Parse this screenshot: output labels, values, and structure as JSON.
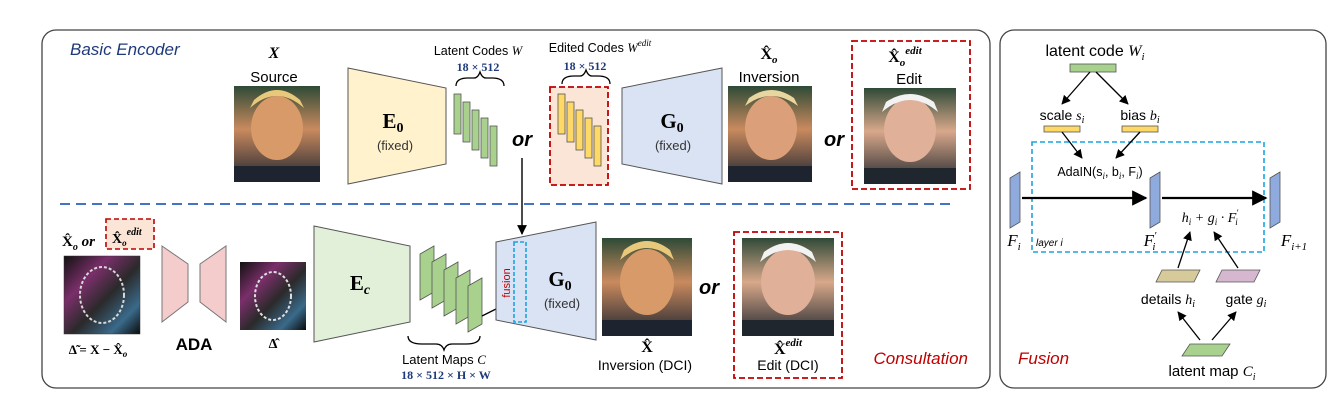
{
  "main_panel": {
    "basic_encoder": {
      "title": "Basic Encoder",
      "source_symbol": "X",
      "source_label": "Source",
      "encoder_name": "E",
      "encoder_sub": "0",
      "encoder_note": "(fixed)",
      "latent_codes_label": "Latent Codes",
      "latent_codes_symbol": "W",
      "latent_codes_dim": "18 × 512",
      "edited_codes_label": "Edited Codes",
      "edited_codes_symbol": "W",
      "edited_codes_sup": "edit",
      "edited_codes_dim": "18 × 512",
      "or_1": "or",
      "or_2": "or",
      "generator_name": "G",
      "generator_sub": "0",
      "generator_note": "(fixed)",
      "inversion_symbol": "X̂",
      "inversion_sub": "o",
      "inversion_label": "Inversion",
      "edit_symbol": "X̂",
      "edit_sub": "o",
      "edit_sup": "edit",
      "edit_label": "Edit"
    },
    "consultation": {
      "title": "Consultation",
      "input_symbol": "X̂",
      "input_sub": "o",
      "input_or": "or",
      "input_alt_symbol": "X̂",
      "input_alt_sub": "o",
      "input_alt_sup": "edit",
      "residual_label": "Δ̃ = X − X̂",
      "residual_sub": "o",
      "ada_label": "ADA",
      "delta_hat_label": "Δ̂",
      "encoder_name": "E",
      "encoder_sub": "c",
      "latent_maps_label": "Latent Maps",
      "latent_maps_symbol": "C",
      "latent_maps_dim": "18 × 512 × H × W",
      "fusion_label": "fusion",
      "generator_name": "G",
      "generator_sub": "0",
      "generator_note": "(fixed)",
      "inversion_symbol": "X̂",
      "inversion_label": "Inversion (DCI)",
      "or_3": "or",
      "edit_symbol": "X̂",
      "edit_sup": "edit",
      "edit_label": "Edit (DCI)"
    }
  },
  "fusion_panel": {
    "title": "Fusion",
    "latent_code_label": "latent code",
    "latent_code_symbol": "W",
    "latent_code_sub": "i",
    "scale_label": "scale",
    "scale_symbol": "s",
    "scale_sub": "i",
    "bias_label": "bias",
    "bias_symbol": "b",
    "bias_sub": "i",
    "adain_label": "AdaIN(s",
    "adain_rest": ", b",
    "adain_end": ", F",
    "adain_close": ")",
    "fi_symbol": "F",
    "fi_sub": "i",
    "fi_prime_symbol": "F",
    "fi_prime_sub": "i",
    "fi_next_symbol": "F",
    "fi_next_sub": "i+1",
    "layer_label": "layer i",
    "formula_h": "h",
    "formula_plus_g": " + g",
    "formula_dot_f": " · F",
    "details_label": "details",
    "details_symbol": "h",
    "details_sub": "i",
    "gate_label": "gate",
    "gate_symbol": "g",
    "gate_sub": "i",
    "latent_map_label": "latent map",
    "latent_map_symbol": "C",
    "latent_map_sub": "i"
  },
  "colors": {
    "navy": "#1f3a7a",
    "red": "#c00000",
    "dashed_blue": "#4472c4",
    "fusion_cyan": "#1ba3e0",
    "encoder_fill": "#fff2cc",
    "generator_fill": "#dae3f3",
    "ec_fill": "#e2efd9",
    "ada_fill": "#f4cccc",
    "edit_fill": "#fbe5d6",
    "code_green": "#a9d18e",
    "code_yellow": "#ffd966"
  }
}
